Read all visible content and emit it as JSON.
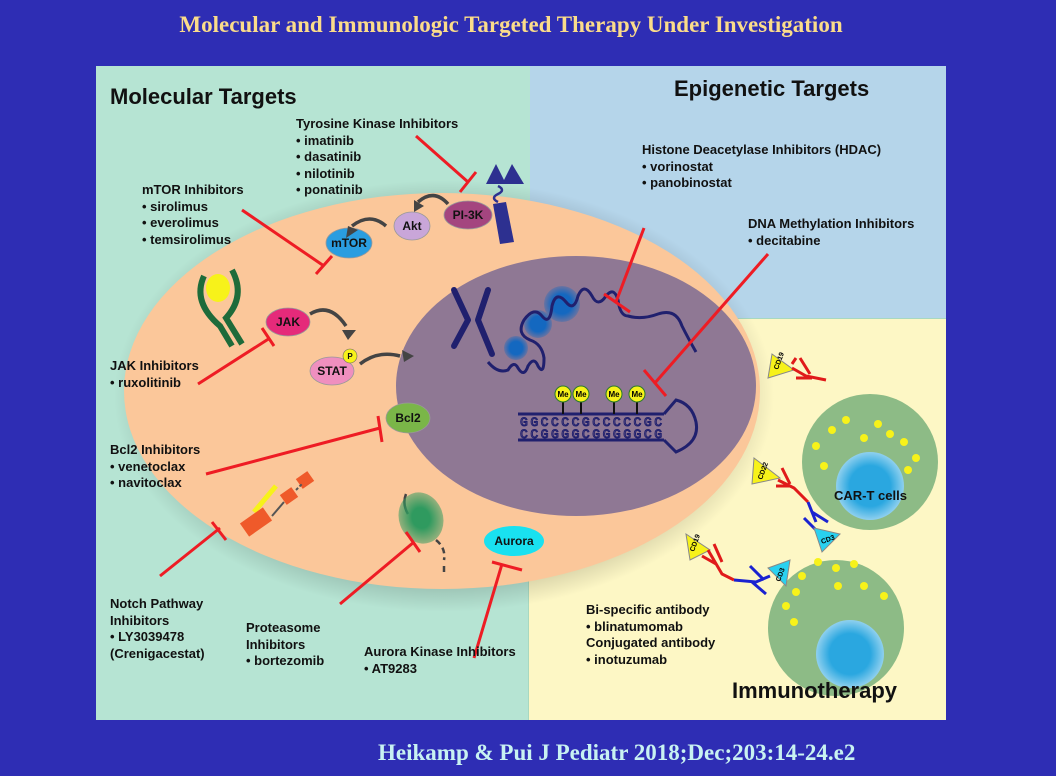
{
  "title": "Molecular and Immunologic Targeted Therapy Under Investigation",
  "citation": "Heikamp & Pui  J Pediatr 2018;Dec;203:14-24.e2",
  "colors": {
    "background": "#2e2db4",
    "title": "#fbdc8a",
    "citation": "#c8f2f2",
    "molecular_bg": "#b6e4d3",
    "epigenetic_bg": "#b5d5ea",
    "immuno_bg": "#fdf7c5",
    "cytoplasm": "#fbc79a",
    "nucleus": "#8f7894",
    "inhibitor_line": "#ee1c24"
  },
  "sections": {
    "molecular": "Molecular Targets",
    "epigenetic": "Epigenetic Targets",
    "immunotherapy": "Immunotherapy"
  },
  "nodes": {
    "mtor": "mTOR",
    "akt": "Akt",
    "pi3k": "PI-3K",
    "jak": "JAK",
    "stat": "STAT",
    "phospho": "P",
    "bcl2": "Bcl2",
    "aurora": "Aurora",
    "methyl": "Me",
    "dna_top": "GGCCCCGCCCCCGC",
    "dna_bottom": "CCGGGGCGGGGGCG",
    "cd19_a": "CD19",
    "cd22": "CD22",
    "cd19_b": "CD19",
    "cd3_a": "CD3",
    "cd3_b": "CD3",
    "car_t": "CAR-T cells"
  },
  "inhibitor_groups": {
    "tki": {
      "title": "Tyrosine Kinase Inhibitors",
      "items": [
        "• imatinib",
        "• dasatinib",
        "• nilotinib",
        "• ponatinib"
      ]
    },
    "mtor": {
      "title": "mTOR Inhibitors",
      "items": [
        "• sirolimus",
        "• everolimus",
        "• temsirolimus"
      ]
    },
    "jak": {
      "title": "JAK Inhibitors",
      "items": [
        "• ruxolitinib"
      ]
    },
    "bcl2": {
      "title": "Bcl2 Inhibitors",
      "items": [
        "• venetoclax",
        "• navitoclax"
      ]
    },
    "notch": {
      "title": "Notch Pathway",
      "title2": "Inhibitors",
      "items": [
        "• LY3039478",
        "(Crenigacestat)"
      ]
    },
    "proteasome": {
      "title": "Proteasome",
      "title2": "Inhibitors",
      "items": [
        "• bortezomib"
      ]
    },
    "aurora": {
      "title": "Aurora Kinase Inhibitors",
      "items": [
        "• AT9283"
      ]
    },
    "hdac": {
      "title": "Histone Deacetylase Inhibitors (HDAC)",
      "items": [
        "• vorinostat",
        "• panobinostat"
      ]
    },
    "dnmt": {
      "title": "DNA Methylation Inhibitors",
      "items": [
        "• decitabine"
      ]
    },
    "antibody": {
      "title": "Bi-specific antibody",
      "items": [
        "• blinatumomab"
      ],
      "title2": "Conjugated antibody",
      "items2": [
        "• inotuzumab"
      ]
    }
  }
}
